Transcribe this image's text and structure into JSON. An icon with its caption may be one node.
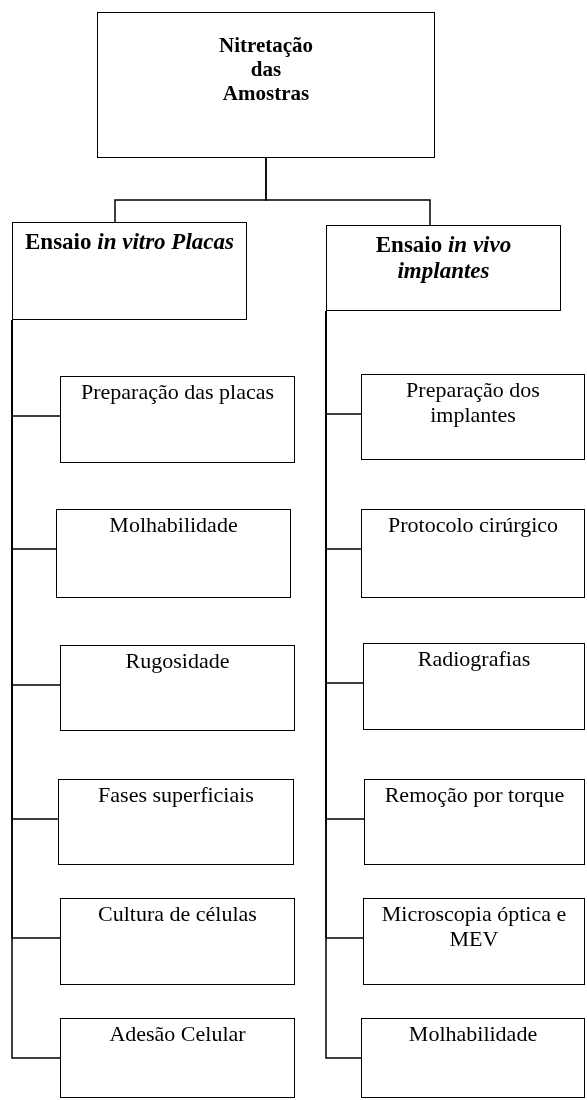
{
  "diagram": {
    "nodes": [
      {
        "text": [
          "Nitretação das Amostras"
        ]
      },
      {
        "text": [
          "Ensaio *in vitro Placas*"
        ]
      },
      {
        "text": [
          "Ensaio *in vivo implantes*"
        ]
      },
      {
        "text": [
          "Preparação das placas"
        ]
      },
      {
        "text": [
          "Molhabilidade"
        ]
      },
      {
        "text": [
          "Rugosidade"
        ]
      },
      {
        "text": [
          "Fases superficiais"
        ]
      },
      {
        "text": [
          "Cultura de células"
        ]
      },
      {
        "text": [
          "Adesão Celular"
        ]
      },
      {
        "text": [
          "Preparação dos implantes"
        ]
      },
      {
        "text": [
          "Protocolo cirúrgico"
        ]
      },
      {
        "text": [
          "Radiografias"
        ]
      },
      {
        "text": [
          "Remoção por torque"
        ]
      },
      {
        "text": [
          "Microscopia óptica e MEV"
        ]
      },
      {
        "text": [
          "Molhabilidade"
        ]
      }
    ],
    "edges": [
      {
        "from": 0,
        "to": 1,
        "arrow": "none"
      },
      {
        "from": 0,
        "to": 2,
        "arrow": "none"
      },
      {
        "from": 1,
        "to": 3,
        "arrow": "none"
      },
      {
        "from": 1,
        "to": 4,
        "arrow": "none"
      },
      {
        "from": 1,
        "to": 5,
        "arrow": "none"
      },
      {
        "from": 1,
        "to": 6,
        "arrow": "none"
      },
      {
        "from": 1,
        "to": 7,
        "arrow": "none"
      },
      {
        "from": 1,
        "to": 8,
        "arrow": "none"
      },
      {
        "from": 2,
        "to": 9,
        "arrow": "none"
      },
      {
        "from": 2,
        "to": 10,
        "arrow": "none"
      },
      {
        "from": 2,
        "to": 11,
        "arrow": "none"
      },
      {
        "from": 2,
        "to": 12,
        "arrow": "none"
      },
      {
        "from": 2,
        "to": 13,
        "arrow": "none"
      },
      {
        "from": 2,
        "to": 14,
        "arrow": "none"
      }
    ]
  }
}
